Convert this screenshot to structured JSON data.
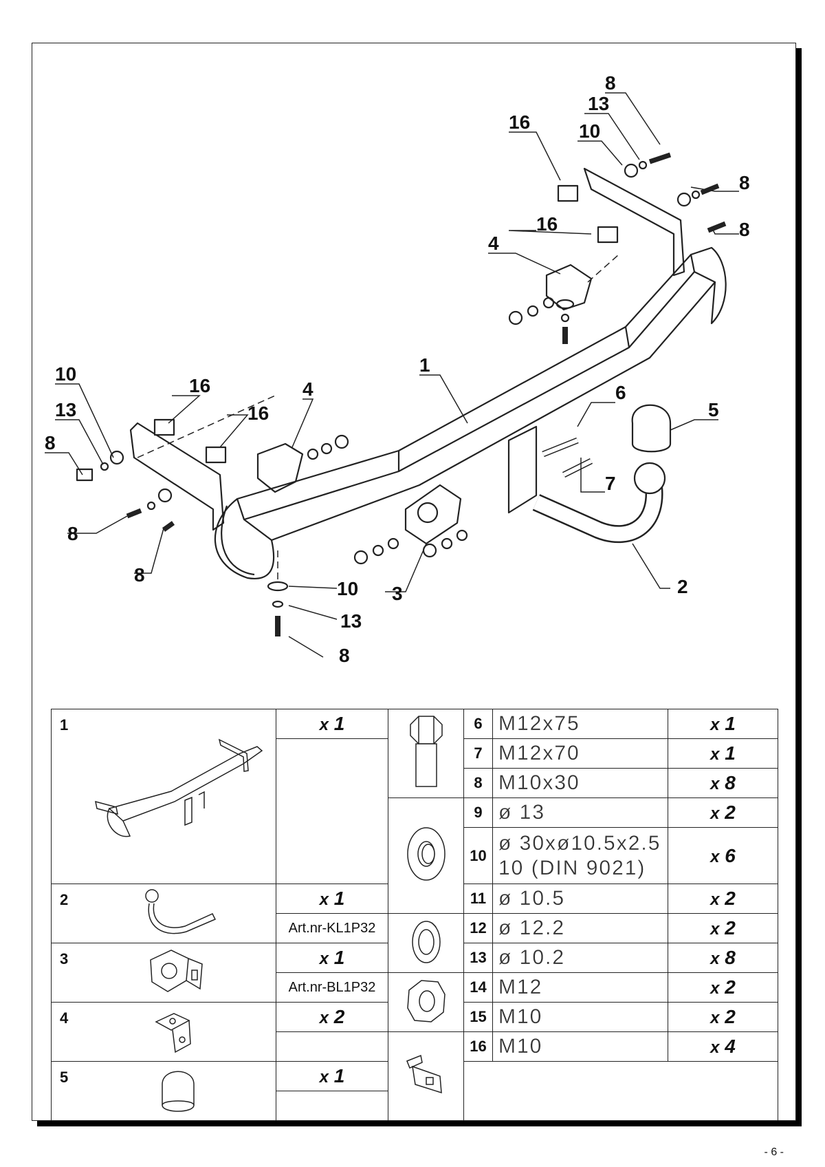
{
  "page_number": "- 6 -",
  "callouts": {
    "c8_top": "8",
    "c13_top": "13",
    "c10_top": "10",
    "c16_top": "16",
    "c8_r1": "8",
    "c8_r2": "8",
    "c16_mid": "16",
    "c4_right": "4",
    "c1": "1",
    "c6": "6",
    "c5": "5",
    "c7": "7",
    "c10_left": "10",
    "c13_left": "13",
    "c8_left": "8",
    "c16_l1": "16",
    "c16_l2": "16",
    "c4_left": "4",
    "c8_bl1": "8",
    "c8_bl2": "8",
    "c10_bot": "10",
    "c13_bot": "13",
    "c8_bot": "8",
    "c3": "3",
    "c2": "2"
  },
  "table": {
    "left": [
      {
        "no": "1",
        "qty_x": "x",
        "qty_n": "1"
      },
      {
        "no": "2",
        "qty_x": "x",
        "qty_n": "1",
        "art": "Art.nr-KL1P32"
      },
      {
        "no": "3",
        "qty_x": "x",
        "qty_n": "1",
        "art": "Art.nr-BL1P32"
      },
      {
        "no": "4",
        "qty_x": "x",
        "qty_n": "2"
      },
      {
        "no": "5",
        "qty_x": "x",
        "qty_n": "1"
      }
    ],
    "right": [
      {
        "no": "6",
        "spec": "M12x75",
        "qty_x": "x",
        "qty_n": "1"
      },
      {
        "no": "7",
        "spec": "M12x70",
        "qty_x": "x",
        "qty_n": "1"
      },
      {
        "no": "8",
        "spec": "M10x30",
        "qty_x": "x",
        "qty_n": "8"
      },
      {
        "no": "9",
        "spec": "ø 13",
        "qty_x": "x",
        "qty_n": "2"
      },
      {
        "no": "10",
        "spec": "ø 30xø10.5x2.5",
        "spec2": "10 (DIN 9021)",
        "qty_x": "x",
        "qty_n": "6"
      },
      {
        "no": "11",
        "spec": "ø 10.5",
        "qty_x": "x",
        "qty_n": "2"
      },
      {
        "no": "12",
        "spec": "ø 12.2",
        "qty_x": "x",
        "qty_n": "2"
      },
      {
        "no": "13",
        "spec": "ø 10.2",
        "qty_x": "x",
        "qty_n": "8"
      },
      {
        "no": "14",
        "spec": "M12",
        "qty_x": "x",
        "qty_n": "2"
      },
      {
        "no": "15",
        "spec": "M10",
        "qty_x": "x",
        "qty_n": "2"
      },
      {
        "no": "16",
        "spec": "M10",
        "qty_x": "x",
        "qty_n": "4"
      }
    ]
  }
}
